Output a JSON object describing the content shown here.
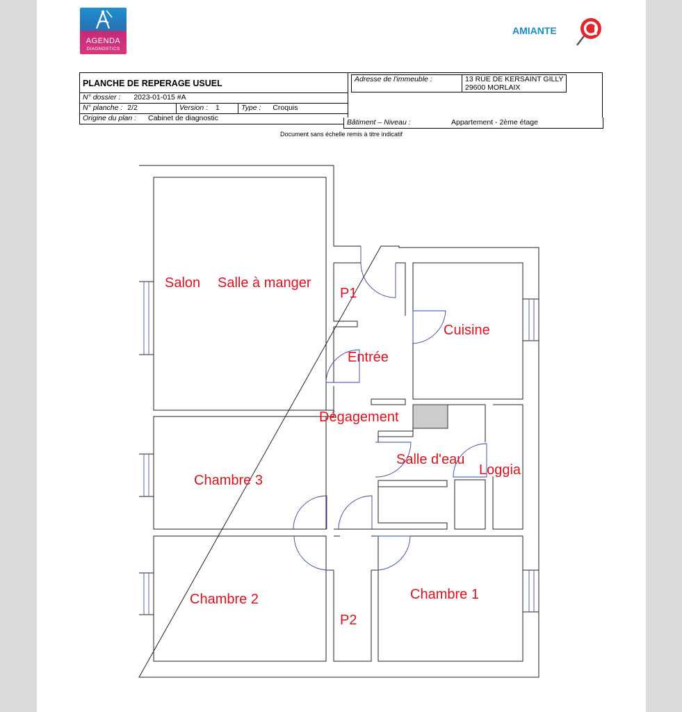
{
  "header": {
    "logo": {
      "line1": "AGENDA",
      "line2": "DIAGNOSTICS"
    },
    "diagnostic_type": "AMIANTE",
    "badge_icon": "amiante-pin-icon",
    "accent_color": "#1a8bc7",
    "brand_colors": {
      "blue": "#1d8fcf",
      "magenta": "#c42a78",
      "red": "#e3262b"
    }
  },
  "sheet": {
    "title": "PLANCHE DE REPERAGE USUEL",
    "dossier_label": "N° dossier :",
    "dossier_value": "2023-01-015 #A",
    "planche_label": "N° planche :",
    "planche_value": "2/2",
    "version_label": "Version :",
    "version_value": "1",
    "type_label": "Type :",
    "type_value": "Croquis",
    "origine_label": "Origine du plan :",
    "origine_value": "Cabinet de diagnostic",
    "adresse_label": "Adresse de l'immeuble :",
    "adresse_line1": "13 RUE DE KERSAINT GILLY",
    "adresse_line2": "29600 MORLAIX",
    "batiment_label": "Bâtiment – Niveau :",
    "batiment_value": "Appartement - 2ème étage",
    "note": "Document sans échelle remis à titre indicatif"
  },
  "plan": {
    "label_color": "#e0101c",
    "rooms": {
      "salon": "Salon",
      "salle_a_manger": "Salle à manger",
      "p1": "P1",
      "cuisine": "Cuisine",
      "entree": "Entrée",
      "degagement": "Dégagement",
      "salle_deau": "Salle d'eau",
      "loggia": "Loggia",
      "chambre3": "Chambre 3",
      "chambre2": "Chambre 2",
      "chambre1": "Chambre 1",
      "p2": "P2"
    }
  }
}
